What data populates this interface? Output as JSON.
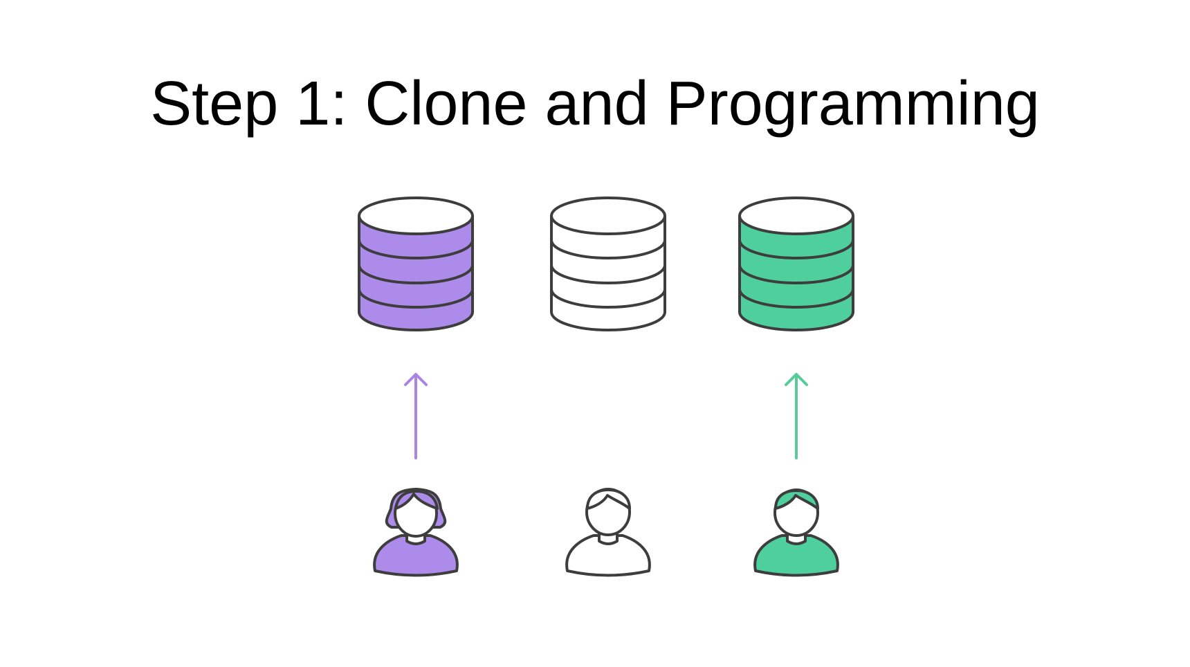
{
  "slide": {
    "title": "Step 1: Clone and Programming"
  },
  "colors": {
    "purple": "#ad8bea",
    "green": "#4ecf9d",
    "white": "#ffffff",
    "outline": "#3d3d3d",
    "purple_arrow": "#ab83e0",
    "green_arrow": "#57cc98"
  },
  "repositories": [
    {
      "id": "purple",
      "fill": "purple"
    },
    {
      "id": "neutral",
      "fill": "white"
    },
    {
      "id": "green",
      "fill": "green"
    }
  ],
  "users": [
    {
      "id": "purple",
      "fill": "purple",
      "icon": "female-user-icon"
    },
    {
      "id": "neutral",
      "fill": "white",
      "icon": "male-user-icon"
    },
    {
      "id": "green",
      "fill": "green",
      "icon": "male-user-icon"
    }
  ],
  "arrows": [
    {
      "id": "purple",
      "color": "purple_arrow",
      "direction": "up"
    },
    {
      "id": "green",
      "color": "green_arrow",
      "direction": "up"
    }
  ]
}
